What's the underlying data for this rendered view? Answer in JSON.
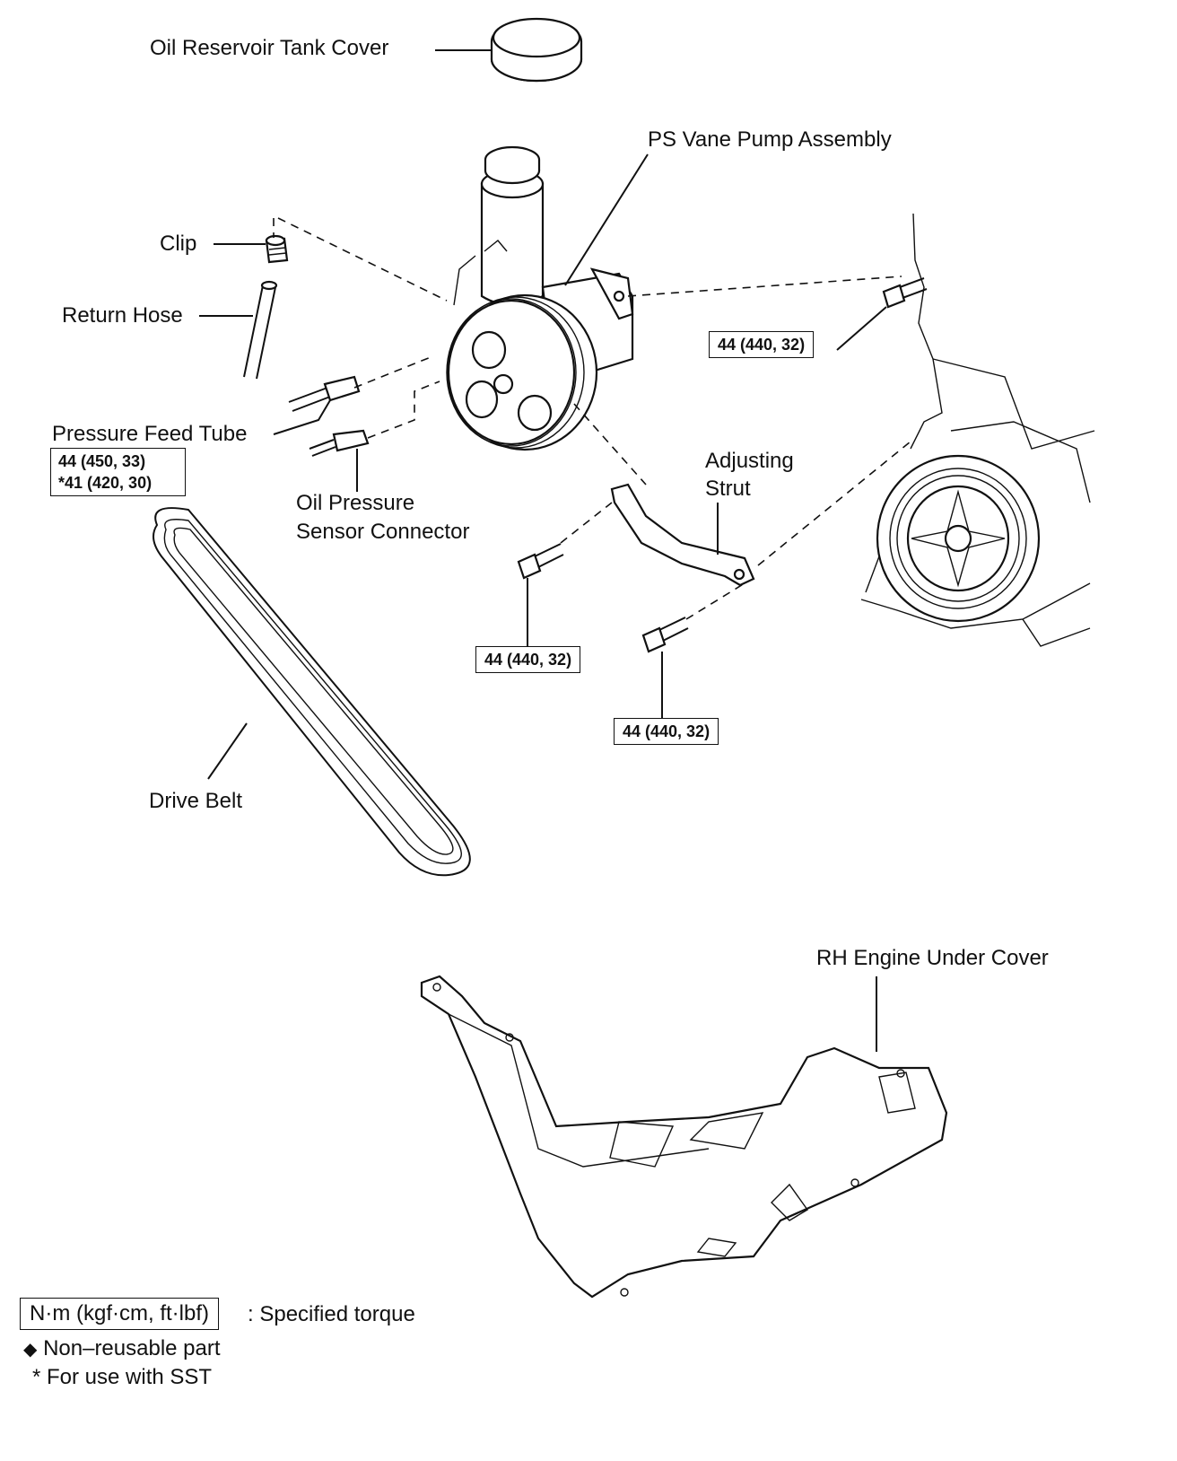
{
  "labels": {
    "reservoir_cover": "Oil Reservoir Tank Cover",
    "vane_pump": "PS Vane Pump Assembly",
    "clip": "Clip",
    "return_hose": "Return Hose",
    "pressure_feed_tube": "Pressure Feed Tube",
    "sensor_connector_line1": "Oil Pressure",
    "sensor_connector_line2": "Sensor Connector",
    "adjusting_strut_line1": "Adjusting",
    "adjusting_strut_line2": "Strut",
    "drive_belt": "Drive Belt",
    "under_cover": "RH Engine Under Cover"
  },
  "torques": {
    "pump_bolt": "44 (440, 32)",
    "feed_tube_line1": "44 (450, 33)",
    "feed_tube_line2": "*41 (420, 30)",
    "strut_bolt_upper": "44 (440, 32)",
    "strut_bolt_lower": "44 (440, 32)"
  },
  "legend": {
    "unit_box": "N·m (kgf·cm, ft·lbf)",
    "unit_desc": ": Specified torque",
    "non_reusable_symbol": "◆",
    "non_reusable": "Non–reusable part",
    "sst_note": "* For use with SST"
  }
}
